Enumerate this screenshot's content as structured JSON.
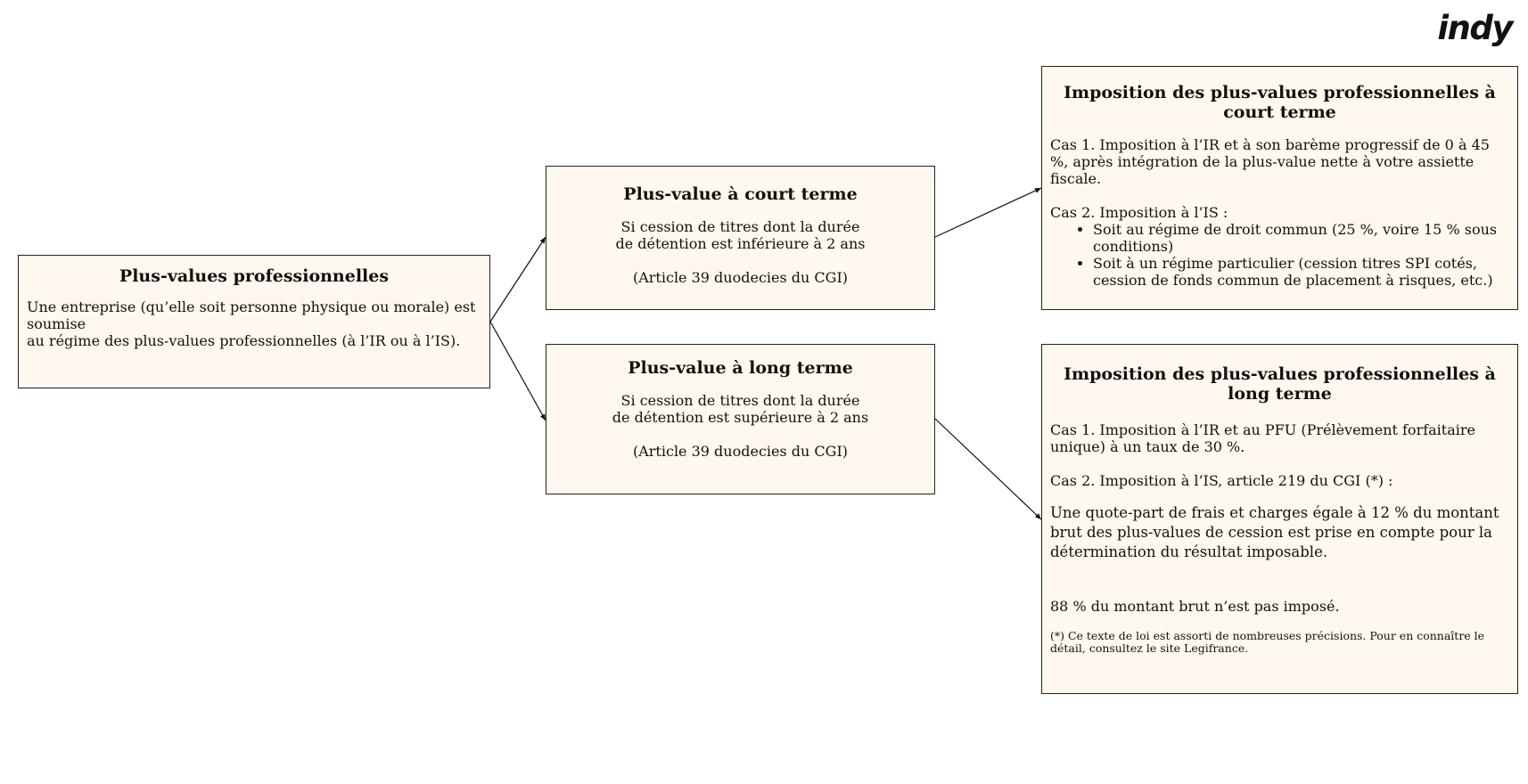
{
  "brand": {
    "logo_text": "indy"
  },
  "root": {
    "title": "Plus-values professionnelles",
    "line1": "Une entreprise (qu’elle soit personne physique ou morale) est",
    "line2": "soumise",
    "line3": "au régime des plus-values professionnelles (à l’IR ou à l’IS)."
  },
  "short_term": {
    "title": "Plus-value à court terme",
    "line1": "Si cession de titres dont la durée",
    "line2": "de détention est inférieure à 2 ans",
    "article": "(Article 39 duodecies du CGI)"
  },
  "long_term": {
    "title": "Plus-value à long terme",
    "line1": "Si cession de titres dont la durée",
    "line2": "de détention est supérieure à 2 ans",
    "article": "(Article 39 duodecies du CGI)"
  },
  "short_tax": {
    "title": "Imposition des plus-values professionnelles à court terme",
    "case1": "Cas 1. Imposition à l’IR et à son barème progressif de 0 à 45 %, après intégration de la plus-value nette à votre assiette fiscale.",
    "case2": "Cas 2. Imposition à l’IS :",
    "bullets": [
      "Soit au régime de droit commun (25 %, voire 15 % sous conditions)",
      "Soit à un régime particulier (cession titres SPI cotés, cession de fonds commun de placement à risques, etc.)"
    ]
  },
  "long_tax": {
    "title": "Imposition des plus-values professionnelles à long terme",
    "case1": "Cas 1. Imposition à l’IR et au PFU (Prélèvement forfaitaire unique) à un taux de 30 %.",
    "case2": "Cas 2. Imposition à l’IS, article 219 du CGI (*) :",
    "quote": "Une quote-part de frais et charges égale à 12 % du montant brut des plus-values de cession est prise en compte pour la détermination du résultat imposable.",
    "rest": "88 % du montant brut n’est pas imposé.",
    "footnote": "(*) Ce texte de loi est assorti de nombreuses précisions. Pour en connaître le détail, consultez le site Legifrance."
  }
}
